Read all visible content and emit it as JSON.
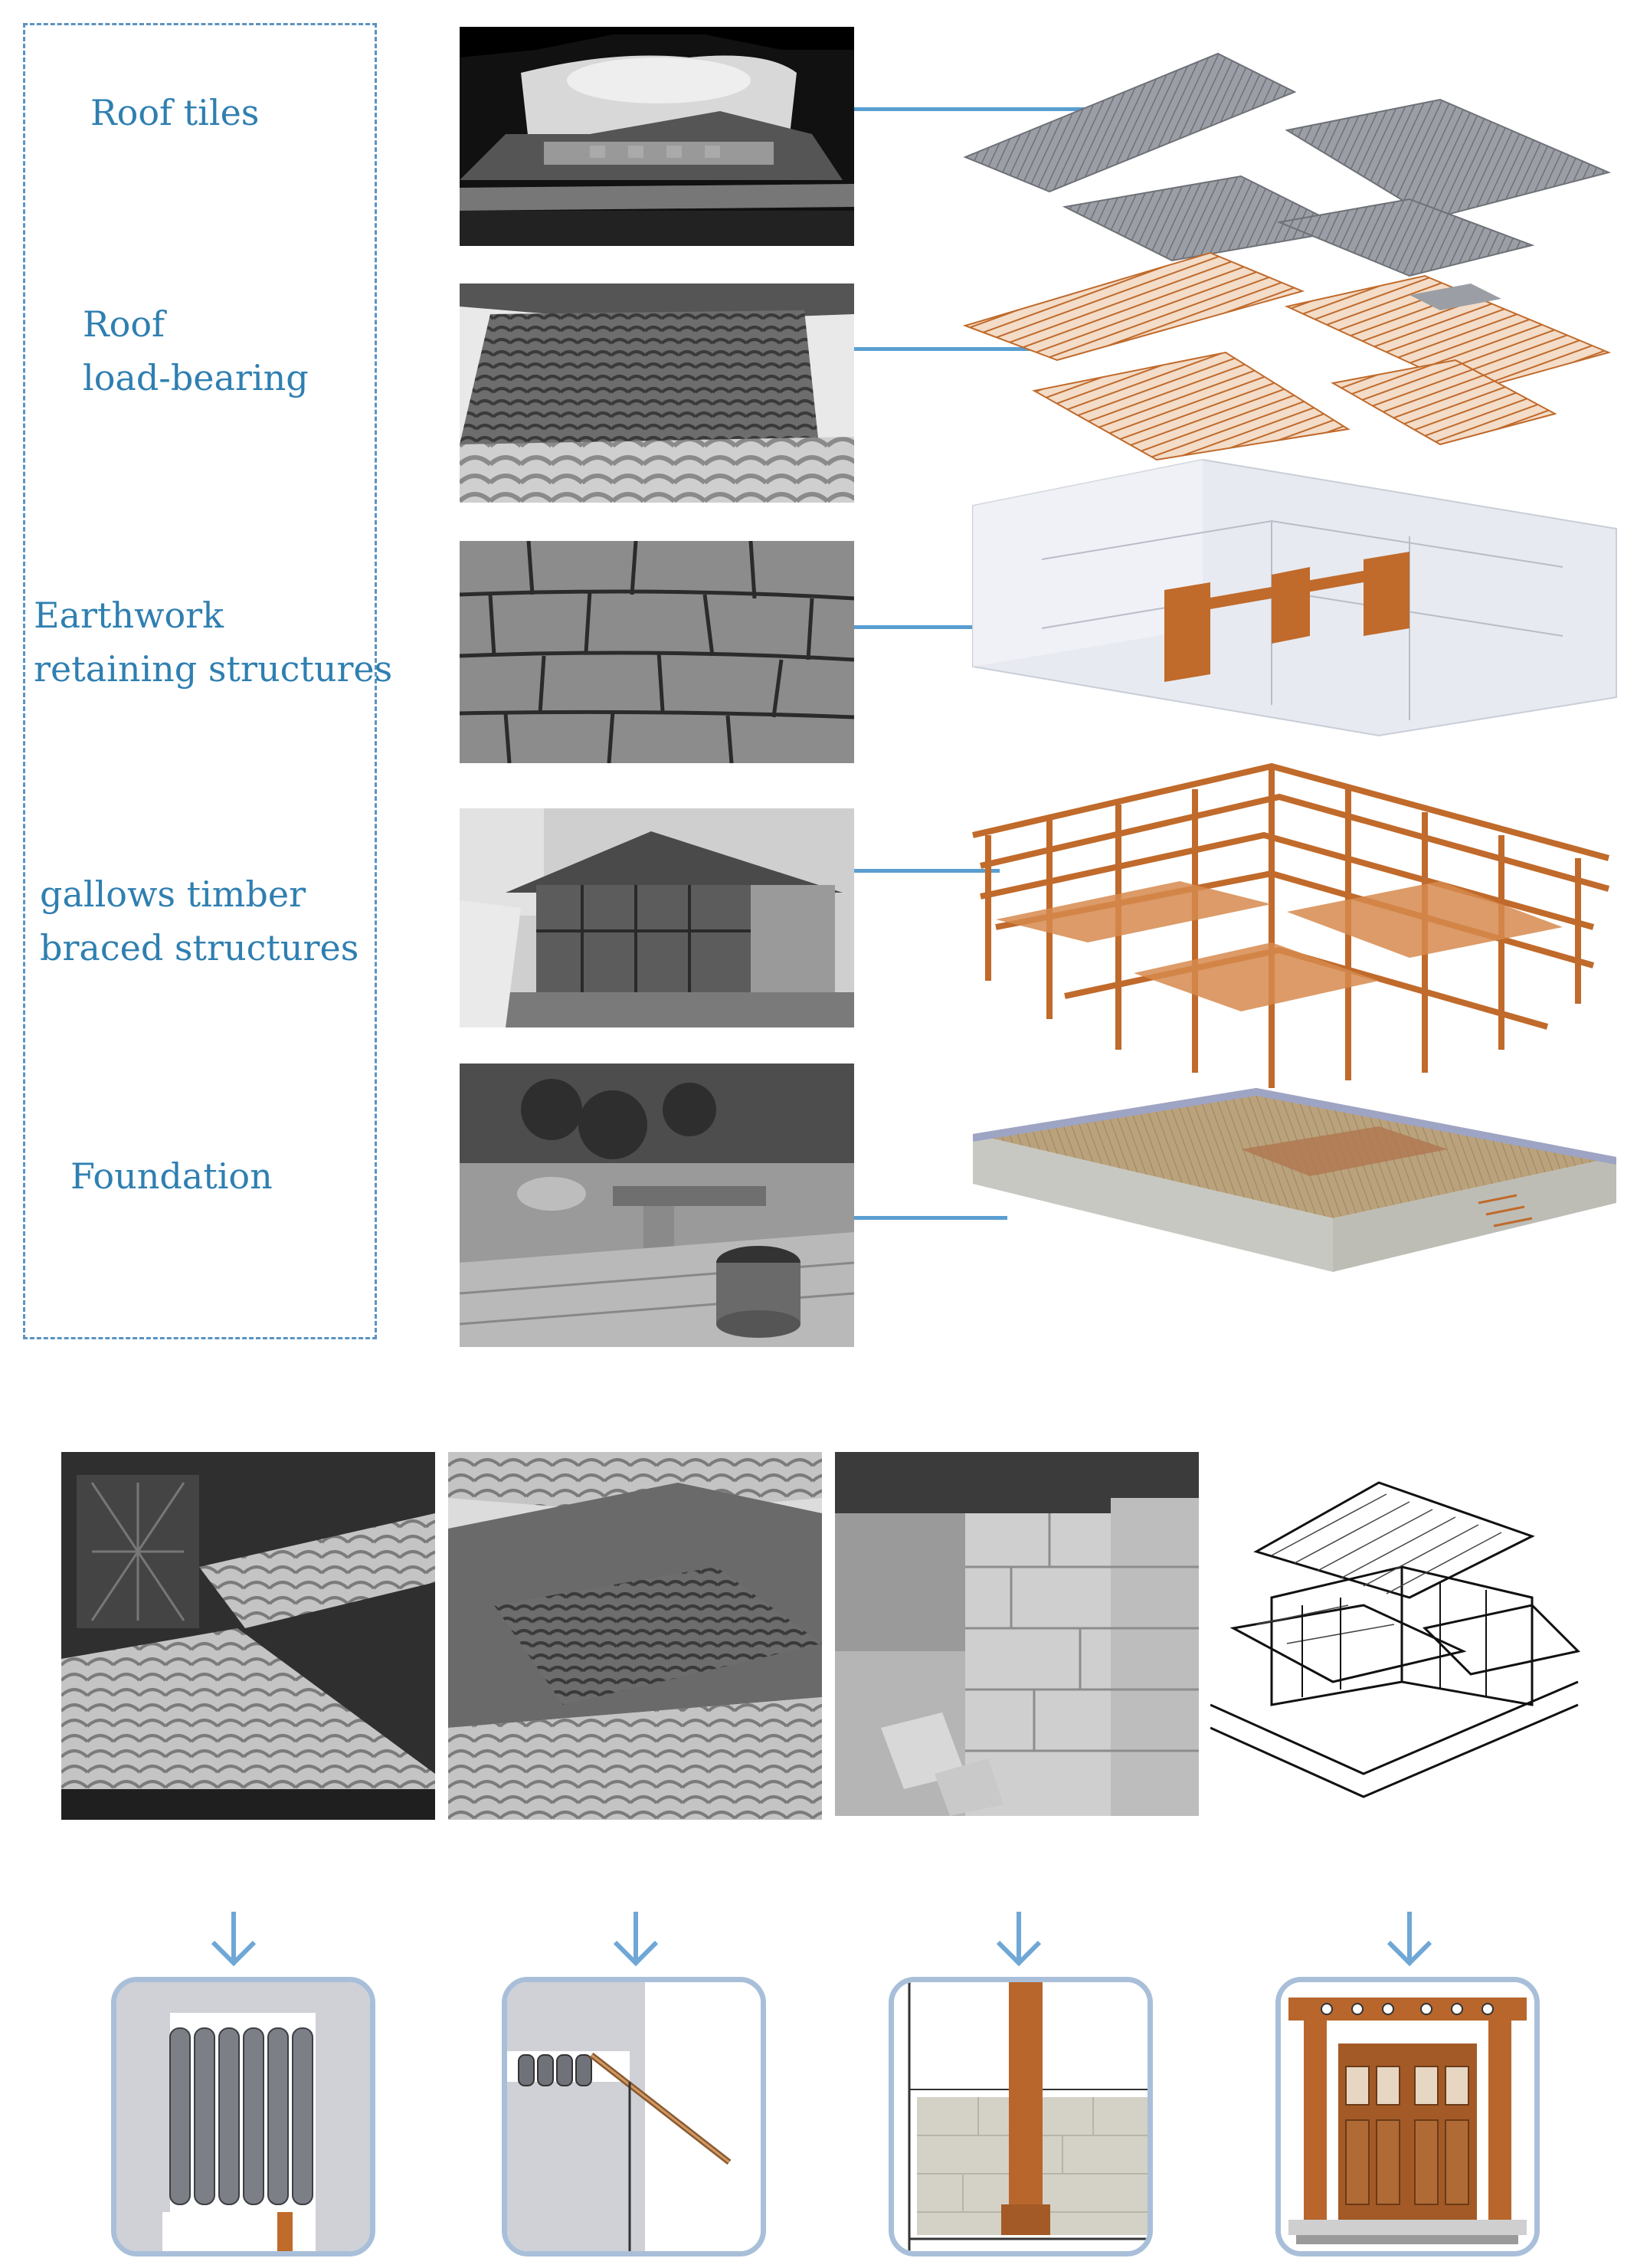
{
  "layers": [
    {
      "key": "roof-tiles",
      "lines": [
        "Roof tiles"
      ]
    },
    {
      "key": "roof-load-bearing",
      "lines": [
        "Roof",
        "load-bearing"
      ]
    },
    {
      "key": "earthwork",
      "lines": [
        "Earthwork",
        "retaining structures"
      ]
    },
    {
      "key": "gallows-timber",
      "lines": [
        "gallows timber",
        "braced structures"
      ]
    },
    {
      "key": "foundation",
      "lines": [
        "Foundation"
      ]
    }
  ],
  "colors": {
    "label_text": "#2f7fb1",
    "connector": "#5a9ed1",
    "dashed_border": "#5b93c2",
    "card_border": "#a9bfd9",
    "timber": "#c06a2b",
    "tile_gray": "#8f9399"
  },
  "icons": [
    "down-arrow-icon"
  ]
}
